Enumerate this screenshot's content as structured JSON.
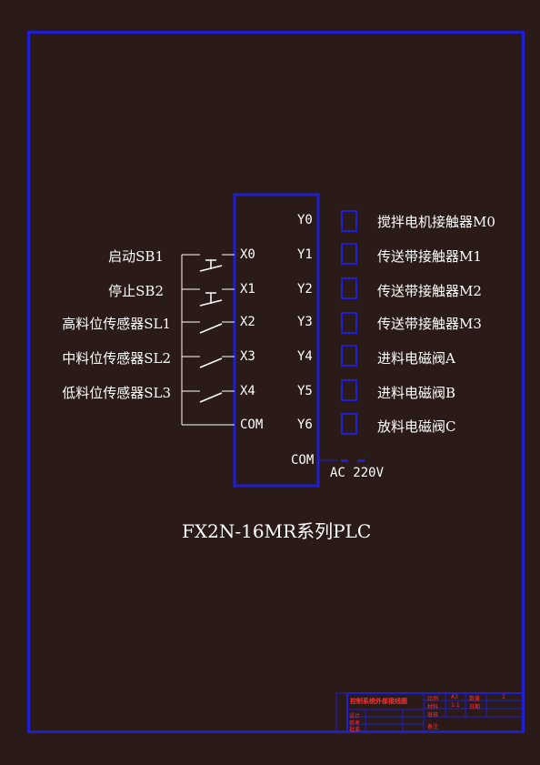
{
  "plc": {
    "model_caption": "FX2N-16MR系列PLC",
    "inputs": [
      {
        "label": "启动SB1",
        "pin": "X0"
      },
      {
        "label": "停止SB2",
        "pin": "X1"
      },
      {
        "label": "高料位传感器SL1",
        "pin": "X2"
      },
      {
        "label": "中料位传感器SL2",
        "pin": "X3"
      },
      {
        "label": "低料位传感器SL3",
        "pin": "X4"
      }
    ],
    "input_common": "COM",
    "outputs": [
      {
        "pin": "Y0",
        "label": "搅拌电机接触器M0"
      },
      {
        "pin": "Y1",
        "label": "传送带接触器M1"
      },
      {
        "pin": "Y2",
        "label": "传送带接触器M2"
      },
      {
        "pin": "Y3",
        "label": "传送带接触器M3"
      },
      {
        "pin": "Y4",
        "label": "进料电磁阀A"
      },
      {
        "pin": "Y5",
        "label": "进料电磁阀B"
      },
      {
        "pin": "Y6",
        "label": "放料电磁阀C"
      }
    ],
    "output_common": "COM",
    "power_supply": "AC  220V"
  },
  "title_block": {
    "title": "控制系统外部接线图",
    "scale_label": "比例",
    "scale_value": "A3",
    "sheet_label": "数量",
    "sheet_value": "1",
    "material_label": "材料",
    "material_value": "1:1",
    "date_label": "日期",
    "designer_label": "设计",
    "checker_label": "审核",
    "reviewer_label": "参考",
    "approval_label": "批准",
    "note": "备注"
  },
  "colors": {
    "background": "#2b1b18",
    "frame": "#1f1fd0",
    "wire": "#ffffff",
    "title_text": "#ff3030"
  }
}
